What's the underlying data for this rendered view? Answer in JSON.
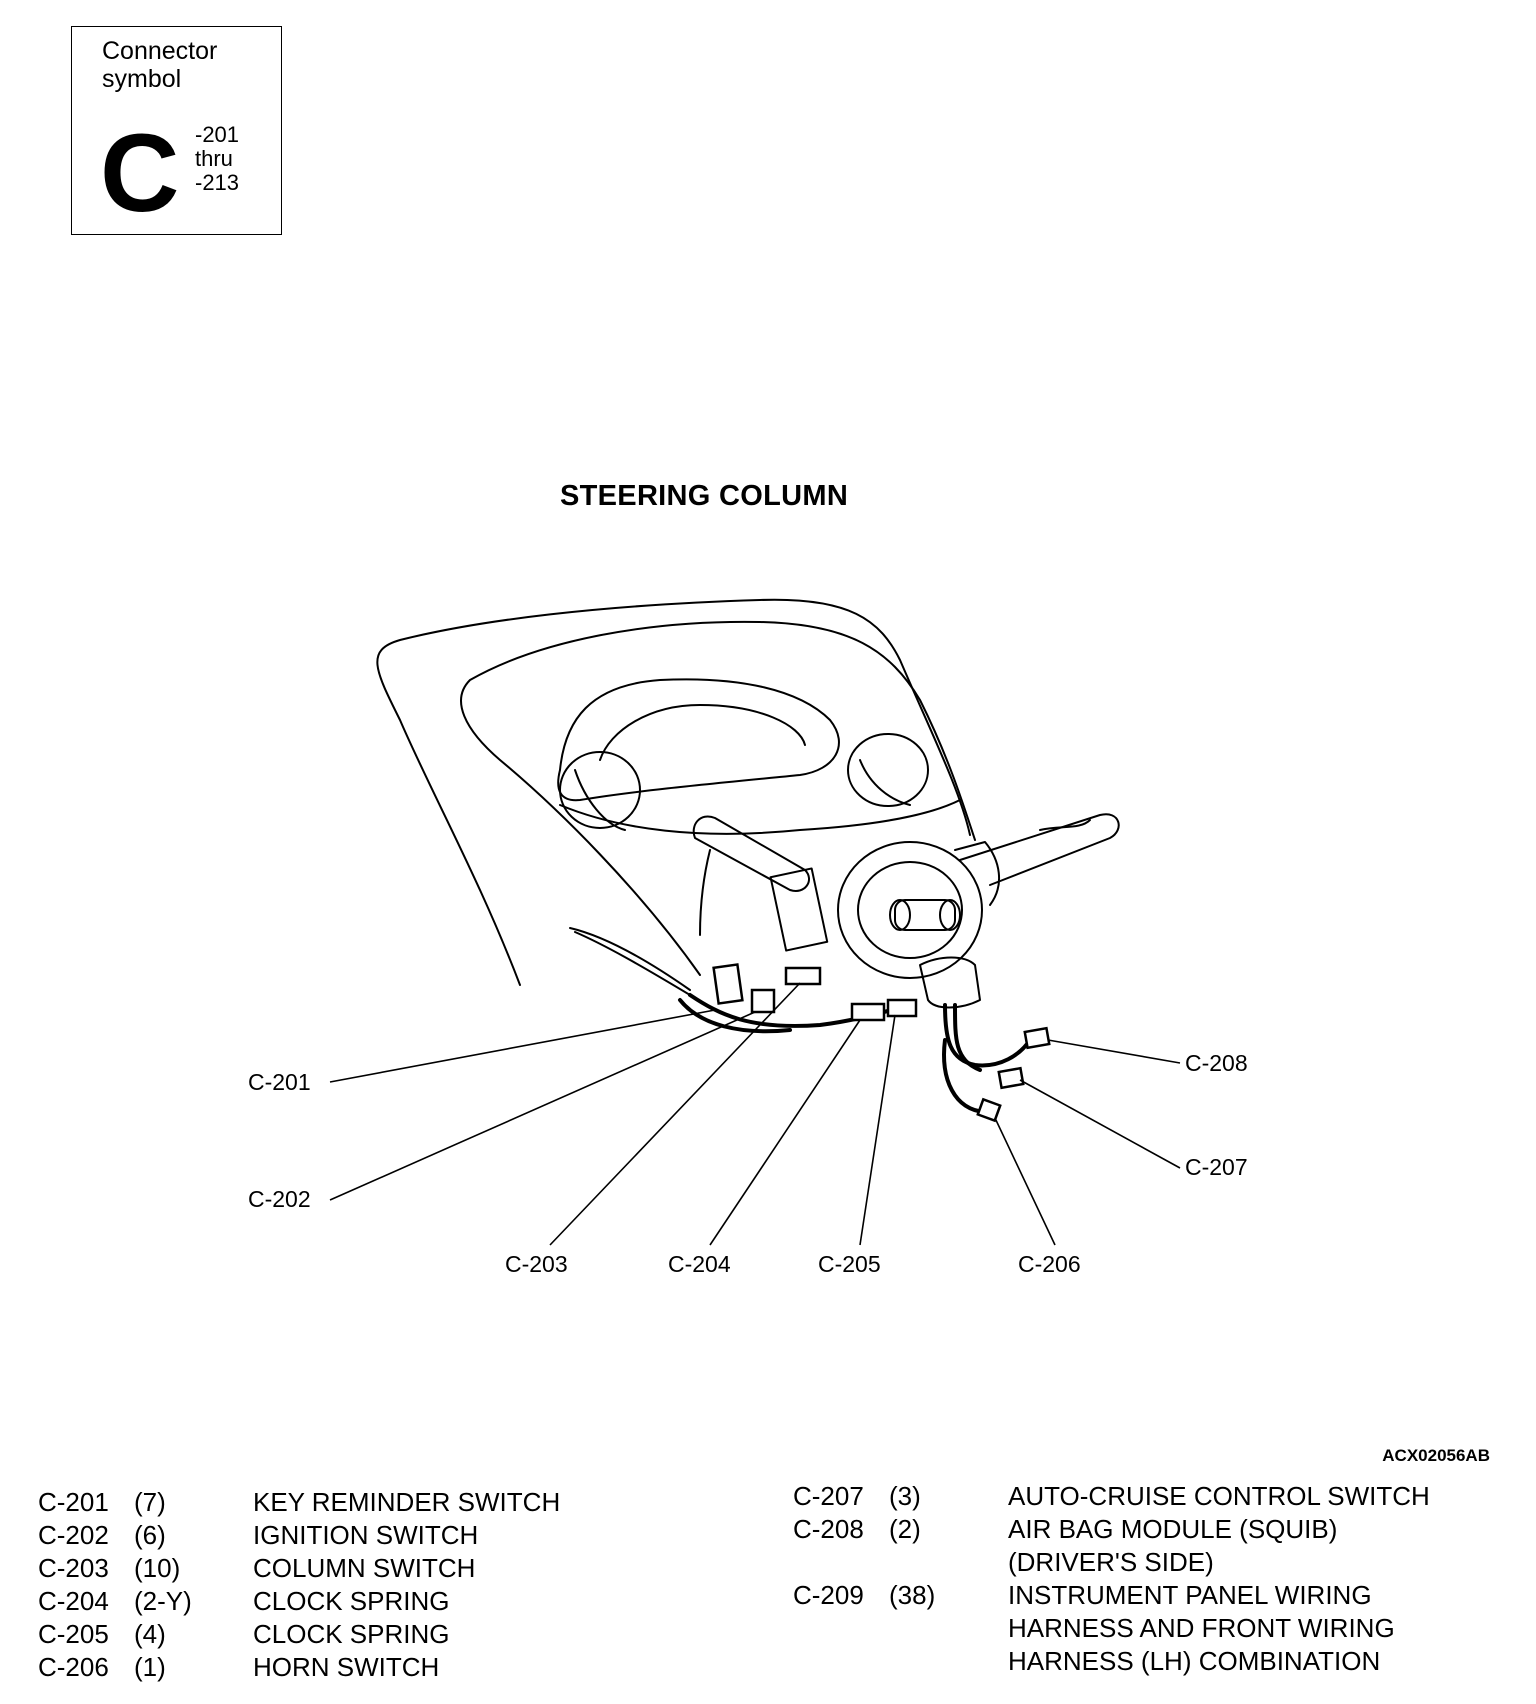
{
  "symbol": {
    "caption": "Connector symbol",
    "letter": "C",
    "range_start": "-201",
    "range_mid": "thru",
    "range_end": "-213"
  },
  "title": "STEERING COLUMN",
  "figure_code": "ACX02056AB",
  "callouts": {
    "c201": "C-201",
    "c202": "C-202",
    "c203": "C-203",
    "c204": "C-204",
    "c205": "C-205",
    "c206": "C-206",
    "c207": "C-207",
    "c208": "C-208"
  },
  "legend_left": [
    {
      "code": "C-201",
      "pins": "(7)",
      "desc": "KEY REMINDER SWITCH"
    },
    {
      "code": "C-202",
      "pins": "(6)",
      "desc": "IGNITION SWITCH"
    },
    {
      "code": "C-203",
      "pins": "(10)",
      "desc": "COLUMN SWITCH"
    },
    {
      "code": "C-204",
      "pins": "(2-Y)",
      "desc": "CLOCK SPRING"
    },
    {
      "code": "C-205",
      "pins": "(4)",
      "desc": "CLOCK SPRING"
    },
    {
      "code": "C-206",
      "pins": "(1)",
      "desc": "HORN SWITCH"
    }
  ],
  "legend_right": [
    {
      "code": "C-207",
      "pins": "(3)",
      "desc": [
        "AUTO-CRUISE CONTROL SWITCH"
      ]
    },
    {
      "code": "C-208",
      "pins": "(2)",
      "desc": [
        "AIR BAG MODULE (SQUIB)",
        "(DRIVER'S SIDE)"
      ]
    },
    {
      "code": "C-209",
      "pins": "(38)",
      "desc": [
        "INSTRUMENT PANEL WIRING",
        "HARNESS AND FRONT WIRING",
        "HARNESS (LH) COMBINATION"
      ]
    }
  ]
}
